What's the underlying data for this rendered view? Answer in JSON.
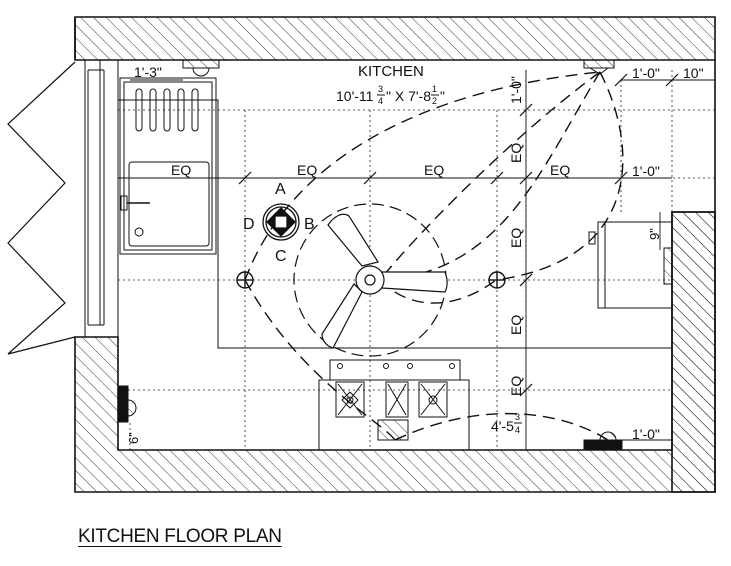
{
  "room": {
    "name": "KITCHEN",
    "size_main": "10'-11",
    "size_frac1_num": "3",
    "size_frac1_den": "4",
    "size_mid": "\" X 7'-8",
    "size_frac2_num": "1",
    "size_frac2_den": "2",
    "size_tail": "\""
  },
  "dimensions": {
    "sink_offset": "1'-3\"",
    "top_right_1": "1'-0\"",
    "top_right_2": "10\"",
    "right_mid": "1'-0\"",
    "bottom_right": "1'-0\"",
    "vertical_top": "1'-0\"",
    "vertical_eq": "EQ",
    "fridge_offset": "9\"",
    "left_outlet": "6\"",
    "bottom_main": "4'-5",
    "bottom_frac_num": "3",
    "bottom_frac_den": "4"
  },
  "eq_labels": [
    "EQ",
    "EQ",
    "EQ",
    "EQ"
  ],
  "fan_labels": {
    "a": "A",
    "b": "B",
    "c": "C",
    "d": "D"
  },
  "title": "KITCHEN FLOOR PLAN"
}
